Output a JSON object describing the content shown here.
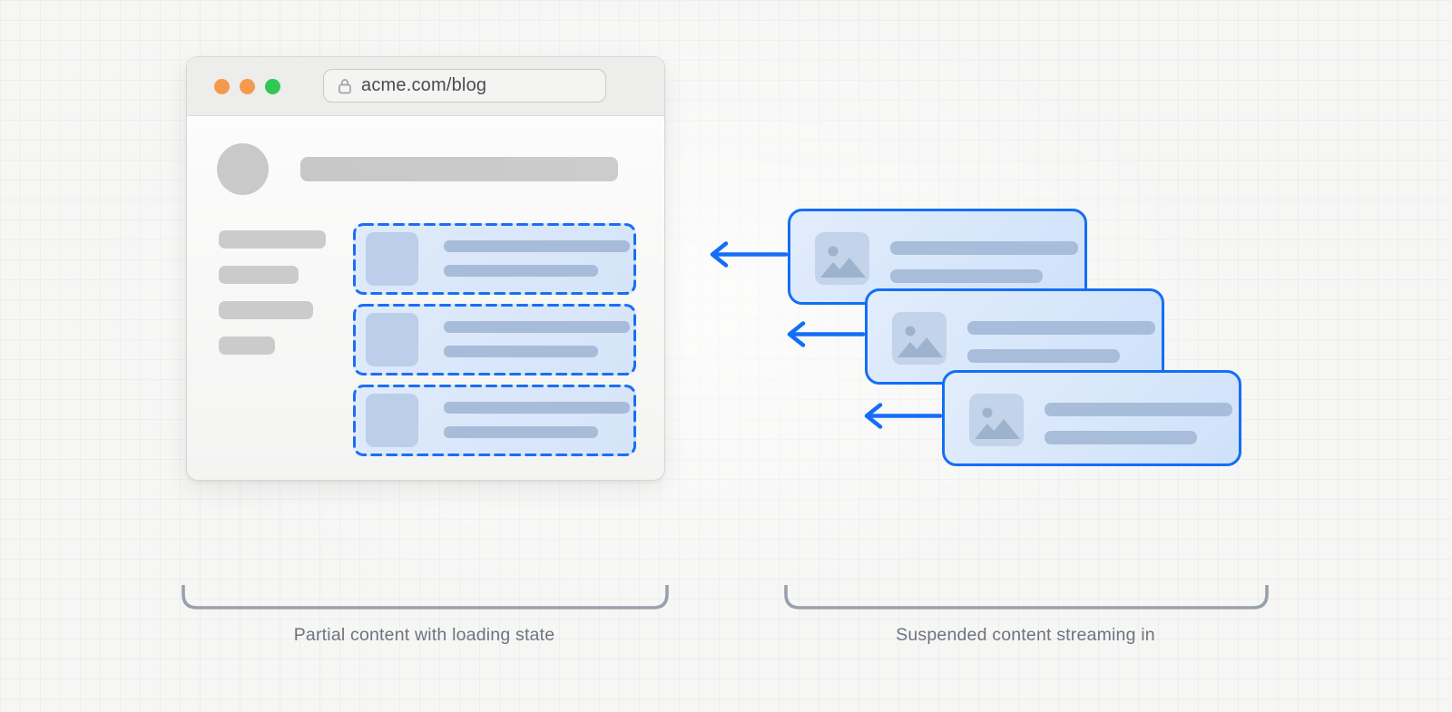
{
  "browser": {
    "url": "acme.com/blog",
    "traffic_lights": [
      {
        "name": "close",
        "color": "#F59A4D"
      },
      {
        "name": "minimize",
        "color": "#F59A4D"
      },
      {
        "name": "zoom",
        "color": "#2FC852"
      }
    ],
    "skeleton": {
      "sidebar_bars": [
        {
          "w": 118
        },
        {
          "w": 88
        },
        {
          "w": 104
        },
        {
          "w": 62
        }
      ],
      "loading_cards": [
        {
          "bar1": 205,
          "bar2": 170
        },
        {
          "bar1": 205,
          "bar2": 170
        },
        {
          "bar1": 205,
          "bar2": 170
        }
      ]
    }
  },
  "stream": {
    "cards": [
      {
        "bar1": 207,
        "bar2": 168
      },
      {
        "bar1": 207,
        "bar2": 168
      },
      {
        "bar1": 207,
        "bar2": 168
      }
    ]
  },
  "captions": {
    "left": "Partial content with loading state",
    "right": "Suspended content streaming in"
  },
  "colors": {
    "accent_blue": "#146EF5",
    "dashed_border_blue": "#1B6EF2",
    "card_fill_blue": "#D9E6FA",
    "placeholder_blue": "#BFD1EA",
    "bar_blue": "#A8BDD9",
    "skeleton_gray": "#CBCBCB",
    "bracket_gray": "#99A1AC",
    "caption_gray": "#6D747E",
    "traffic_orange": "#F59A4D",
    "traffic_green": "#2FC852"
  }
}
